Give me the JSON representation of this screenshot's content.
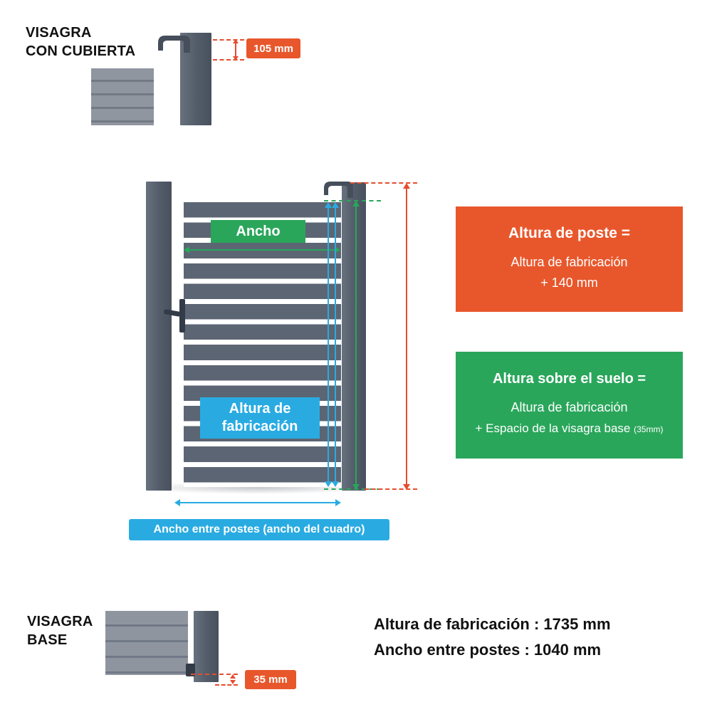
{
  "colors": {
    "orange": "#e8572c",
    "orange_line": "#e44d2e",
    "green": "#2aa65b",
    "blue": "#29abe2",
    "gate": "#5c6573"
  },
  "visagra_cubierta": {
    "title_line1": "VISAGRA",
    "title_line2": "CON CUBIERTA",
    "badge": "105 mm"
  },
  "gate_diagram": {
    "ancho_label": "Ancho",
    "altura_line1": "Altura de",
    "altura_line2": "fabricación",
    "bottom_badge": "Ancho entre postes (ancho del cuadro)"
  },
  "orange_box": {
    "title": "Altura de poste =",
    "line2": "Altura de fabricación",
    "line3": "+ 140 mm"
  },
  "green_box": {
    "title": "Altura sobre el suelo =",
    "line2": "Altura de fabricación",
    "line3": "+ Espacio de la visagra base",
    "line3_suffix": "(35mm)"
  },
  "visagra_base": {
    "title_line1": "VISAGRA",
    "title_line2": "BASE",
    "badge": "35 mm"
  },
  "specs": {
    "altura_fabricacion": "Altura de fabricación : 1735 mm",
    "ancho_postes": "Ancho entre postes : 1040 mm"
  }
}
